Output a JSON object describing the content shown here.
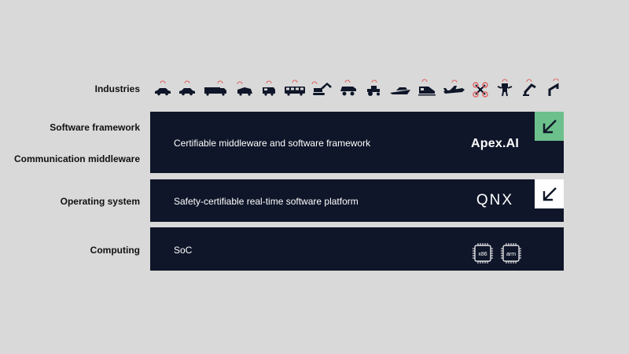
{
  "labels": {
    "industries": "Industries",
    "software_framework": "Software framework",
    "communication_middleware": "Communication middleware",
    "operating_system": "Operating system",
    "computing": "Computing"
  },
  "layers": {
    "middleware": {
      "text": "Certifiable middleware and software framework",
      "brand": "Apex.AI",
      "corner_color": "#6cc08c"
    },
    "os": {
      "text": "Safety-certifiable real-time software platform",
      "brand": "QNX",
      "corner_color": "#ffffff"
    },
    "computing": {
      "text": "SoC",
      "chips": [
        "x86",
        "arm"
      ]
    }
  },
  "industry_icons": [
    "car-icon",
    "car-icon",
    "truck-icon",
    "delivery-robot-icon",
    "van-icon",
    "bus-icon",
    "excavator-icon",
    "mining-truck-icon",
    "tractor-icon",
    "boat-icon",
    "train-icon",
    "aircraft-icon",
    "drone-icon",
    "humanoid-robot-icon",
    "robot-arm-icon",
    "robot-arm-icon"
  ],
  "colors": {
    "layer_bg": "#0f1629",
    "background": "#d9d9d9",
    "signal": "#e06060"
  }
}
